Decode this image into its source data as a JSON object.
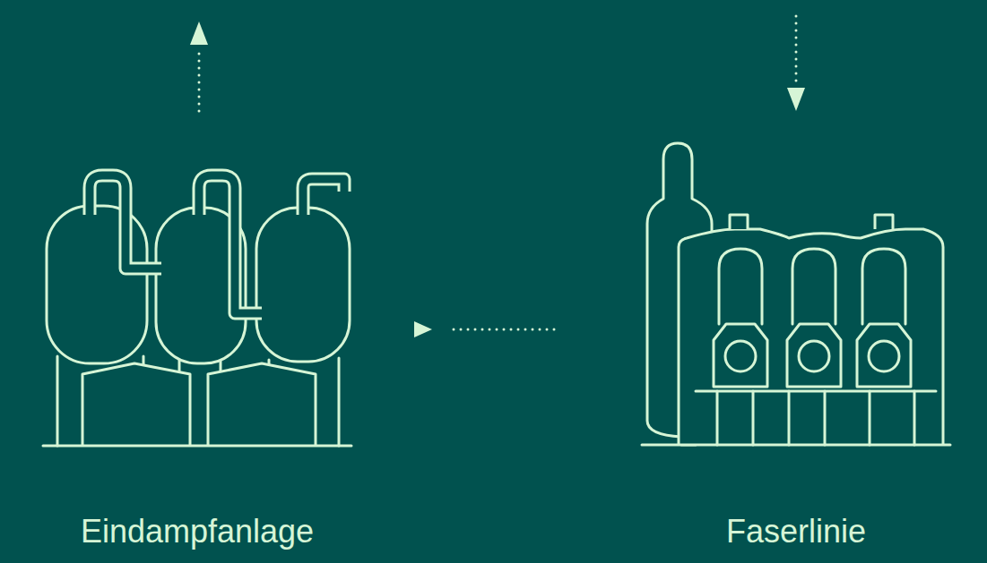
{
  "diagram": {
    "nodes": [
      {
        "text": [
          "Eindampfanlage"
        ]
      },
      {
        "text": [
          "Faserlinie"
        ]
      }
    ],
    "edges": [
      {
        "from": 1,
        "to": 0,
        "arrow": "to"
      }
    ]
  }
}
